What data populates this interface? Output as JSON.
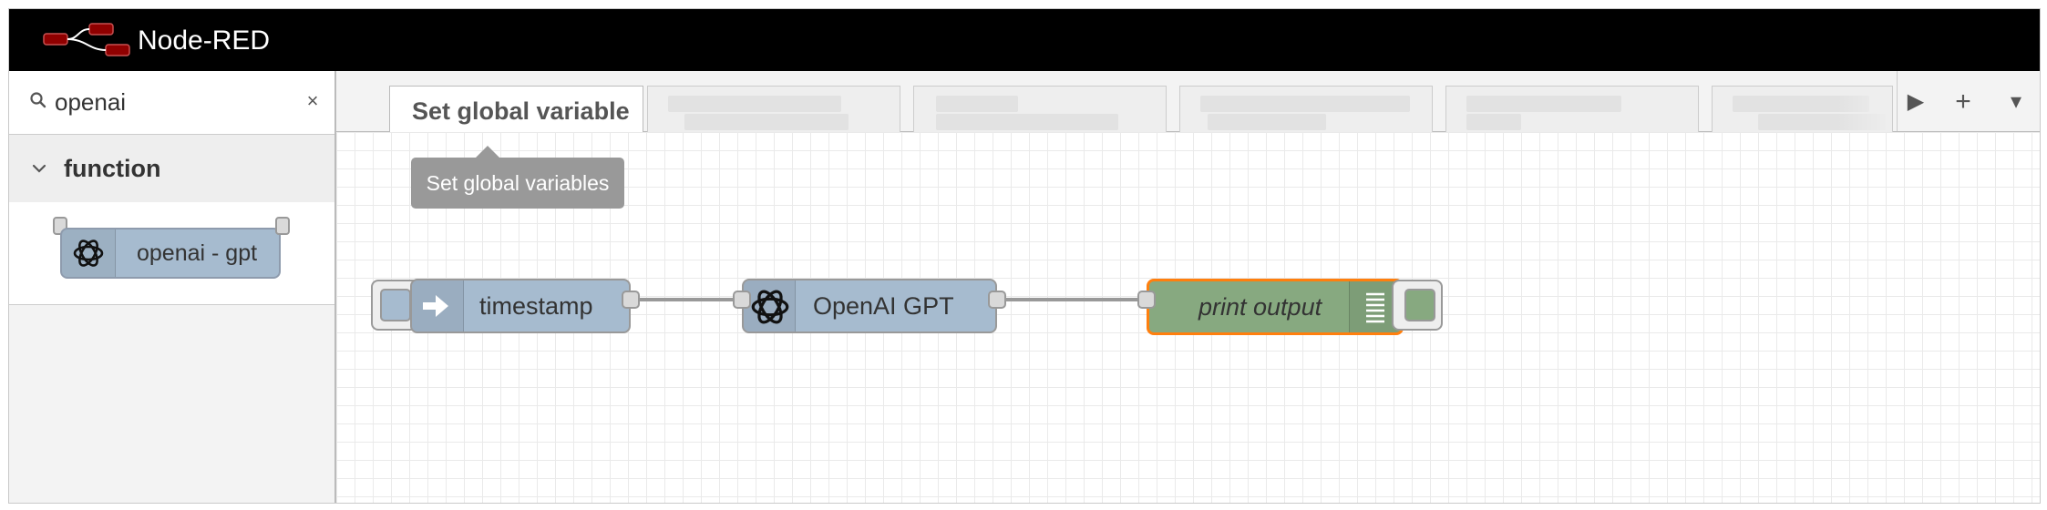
{
  "header": {
    "title": "Node-RED"
  },
  "palette": {
    "search": {
      "value": "openai",
      "clear_label": "×"
    },
    "category": {
      "label": "function",
      "expanded": true
    },
    "nodes": [
      {
        "label": "openai - gpt",
        "icon": "openai-icon",
        "color": "#a6bbcf"
      }
    ]
  },
  "tabs": [
    {
      "label": "Set global variable",
      "active": true
    },
    {
      "label": "",
      "active": false
    },
    {
      "label": "",
      "active": false
    },
    {
      "label": "",
      "active": false
    },
    {
      "label": "",
      "active": false
    },
    {
      "label": "",
      "active": false
    }
  ],
  "tab_controls": {
    "scroll_right": "▶",
    "add": "+",
    "menu": "▾"
  },
  "tooltip": {
    "text": "Set global variables"
  },
  "flow": {
    "nodes": [
      {
        "label": "timestamp",
        "type": "inject",
        "icon": "arrow-in-icon",
        "color": "#a6bbcf"
      },
      {
        "label": "OpenAI GPT",
        "type": "openai",
        "icon": "openai-icon",
        "color": "#a6bbcf"
      },
      {
        "label": "print output",
        "type": "debug",
        "icon": "list-icon",
        "color": "#87a980",
        "selected": true
      }
    ]
  },
  "colors": {
    "header_bg": "#000000",
    "function_node": "#a6bbcf",
    "debug_node": "#87a980",
    "selection": "#ff7f0e"
  }
}
